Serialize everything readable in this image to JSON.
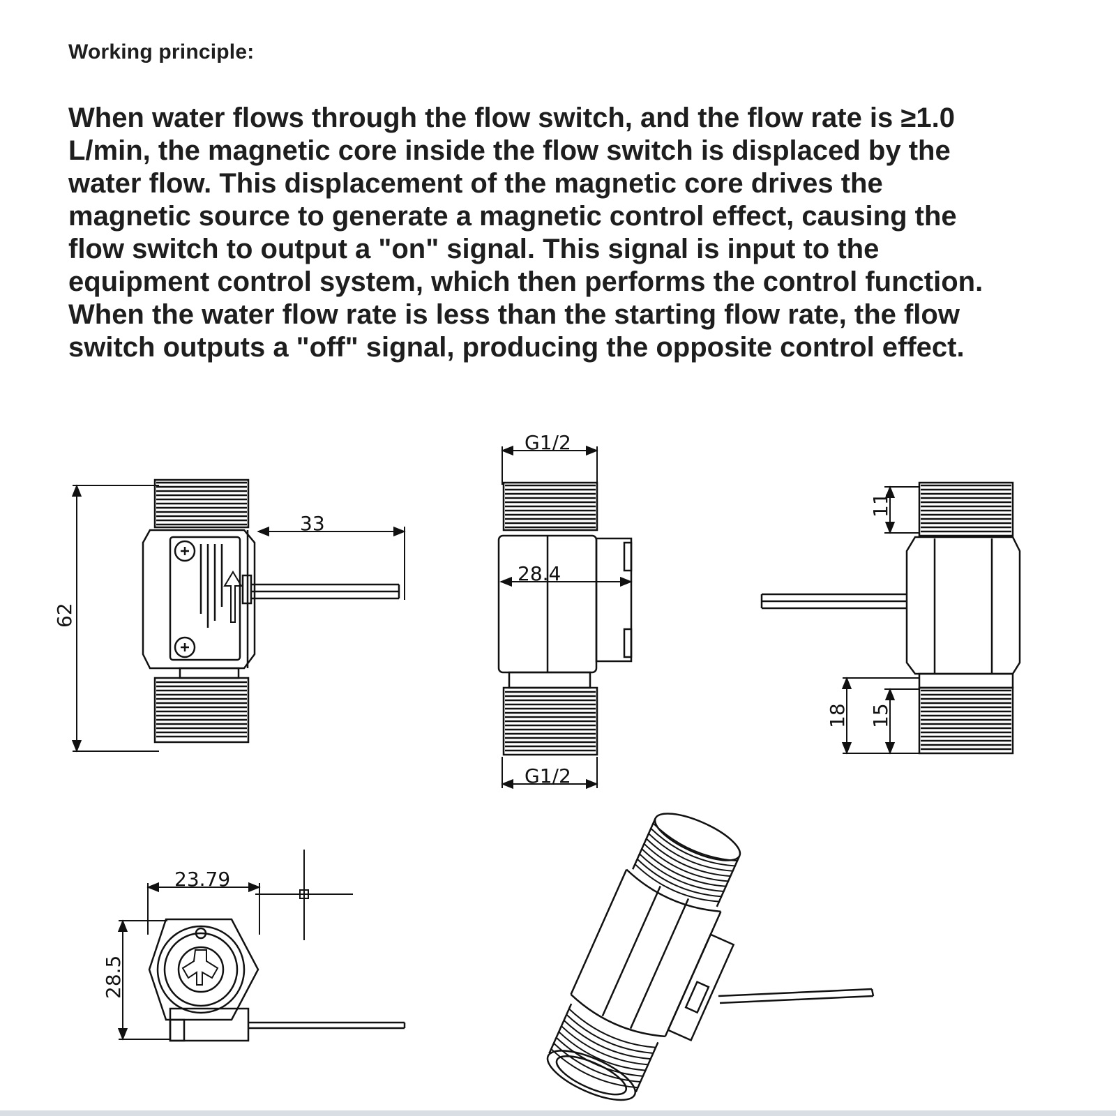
{
  "heading": "Working principle:",
  "paragraph_lines": [
    "When water flows through the flow switch, and the flow rate is ≥1.0",
    "L/min, the magnetic core inside the flow switch is displaced by the",
    "water flow. This displacement of the magnetic core drives the",
    "magnetic source to generate a magnetic control effect, causing the",
    "flow switch to output a \"on\" signal. This signal is input to the",
    "equipment control system, which then performs the control function.",
    "When the water flow rate is less than the starting flow rate, the flow",
    "switch outputs a \"off\" signal, producing the opposite control effect."
  ],
  "dimensions": {
    "height_total": "62",
    "wire_length": "33",
    "thread_top": "G1/2",
    "thread_bottom": "G1/2",
    "body_width": "28.4",
    "thread_len_top": "11",
    "thread_len_18": "18",
    "thread_len_15": "15",
    "hex_width": "23.79",
    "hex_height": "28.5"
  },
  "colors": {
    "ink": "#111111",
    "text": "#1e1e1e",
    "bottom_bar": "#d9dee5"
  }
}
